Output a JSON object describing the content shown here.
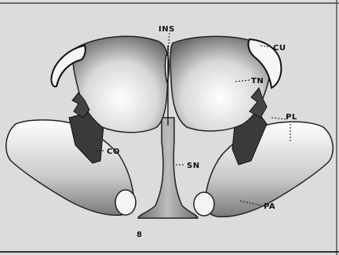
{
  "labels": {
    "ins": "INS",
    "cu": "CU",
    "tn": "TN",
    "pl": "PL",
    "co": "CO",
    "sn": "SN",
    "pa": "PA",
    "figure_letter": "8"
  },
  "colors": {
    "background": "#dcdcdc",
    "ink": "#111111",
    "shade_dark": "#2a2a2a",
    "shade_mid": "#8a8a8a",
    "shade_light": "#f2f2f2"
  }
}
